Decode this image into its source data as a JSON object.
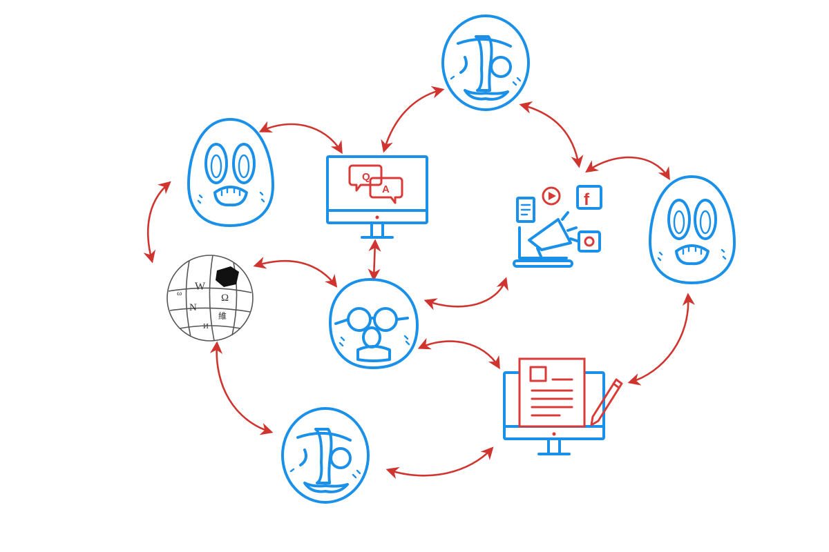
{
  "colors": {
    "face_stroke": "#1a90e8",
    "arrow": "#d0342f",
    "icon_accent": "#d93a36",
    "globe": "#555555"
  },
  "qa_icon": {
    "question": "Q",
    "answer": "A"
  },
  "social_icon": {
    "facebook": "f"
  },
  "wiki_globe": {
    "letters": [
      "W",
      "Ω",
      "N",
      "維",
      "И",
      "ω"
    ]
  },
  "nodes": [
    {
      "id": "face-top",
      "icon": "disguised-face-icon"
    },
    {
      "id": "face-upper-left",
      "icon": "worried-face-icon"
    },
    {
      "id": "monitor-qa",
      "icon": "qa-monitor-icon"
    },
    {
      "id": "social-media",
      "icon": "social-media-marketing-icon"
    },
    {
      "id": "face-right",
      "icon": "worried-face-icon"
    },
    {
      "id": "wikipedia",
      "icon": "wikipedia-globe-icon"
    },
    {
      "id": "face-center",
      "icon": "glasses-nose-face-icon"
    },
    {
      "id": "monitor-document",
      "icon": "document-monitor-icon"
    },
    {
      "id": "face-bottom",
      "icon": "disguised-face-icon"
    }
  ]
}
